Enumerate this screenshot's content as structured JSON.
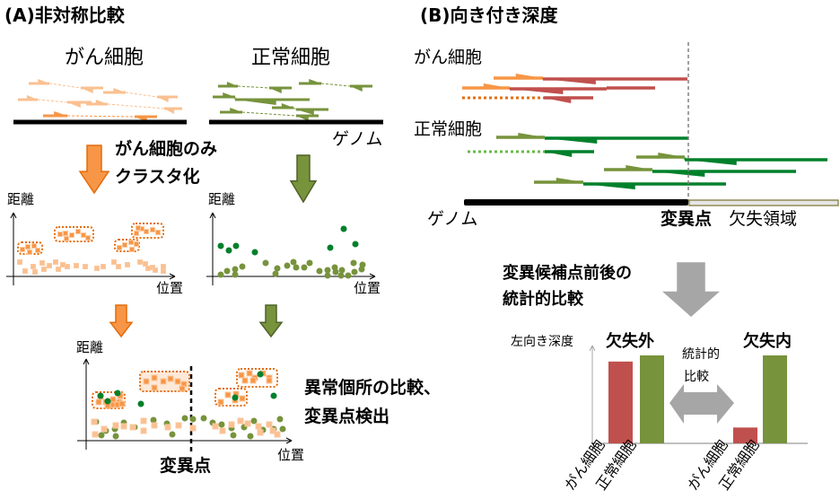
{
  "panel_a": {
    "title": "(A)非対称比較",
    "cancer_label": "がん細胞",
    "normal_label": "正常細胞",
    "genome_label": "ゲノム",
    "cluster_note": [
      "がん細胞のみ",
      "クラスタ化"
    ],
    "axis_y": "距離",
    "axis_x": "位置",
    "compare_note": [
      "異常個所の比較、",
      "変異点検出"
    ],
    "breakpoint_label": "変異点"
  },
  "panel_b": {
    "title": "(B)向き付き深度",
    "cancer_label": "がん細胞",
    "normal_label": "正常細胞",
    "genome_label": "ゲノム",
    "breakpoint_label": "変異点",
    "deletion_label": "欠失領域",
    "compare_note": [
      "変異候補点前後の",
      "統計的比較"
    ],
    "chart": {
      "ylabel": "左向き深度",
      "group_outside": "欠失外",
      "group_inside": "欠失内",
      "stat_note": [
        "統計的",
        "比較"
      ],
      "categories": [
        "がん細胞",
        "正常細胞",
        "がん細胞",
        "正常細胞"
      ],
      "relative_depth": [
        0.93,
        1.0,
        0.18,
        1.0
      ]
    }
  },
  "colors": {
    "cancer": "#f79646",
    "cancer_dark": "#e46c0a",
    "cancer_rev": "#c0504d",
    "normal": "#77933c",
    "normal_dark": "#00802b",
    "gray": "#a6a6a6"
  }
}
